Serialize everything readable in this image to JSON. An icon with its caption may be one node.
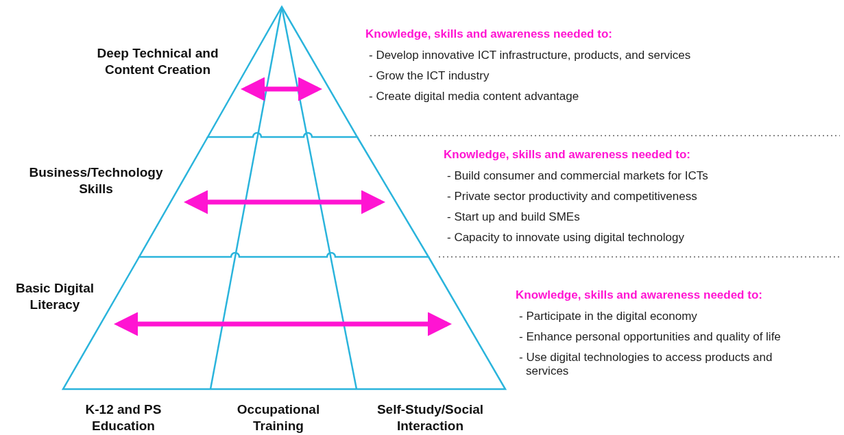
{
  "diagram": {
    "nodes": [
      {
        "text": [
          "Deep Technical and Content Creation"
        ],
        "beside": [
          "Knowledge, skills and awareness needed to:",
          "- Develop innovative ICT infrastructure, products, and services",
          "- Grow the ICT industry",
          "- Create digital media content advantage"
        ]
      },
      {
        "text": [
          "Business/Technology Skills"
        ],
        "beside": [
          "Knowledge, skills and awareness needed to:",
          "- Build consumer and commercial markets for ICTs",
          "- Private sector productivity and competitiveness",
          "- Start up and build SMEs",
          "- Capacity to innovate using digital technology"
        ]
      },
      {
        "text": [
          "Basic Digital Literacy"
        ],
        "beside": [
          "Knowledge, skills and awareness needed to:",
          "- Participate in the digital economy",
          "- Enhance personal opportunities and quality of life",
          "- Use digital technologies to access products and services"
        ]
      }
    ],
    "labels": [
      "K-12 and PS Education",
      "Occupational Training",
      "Self-Study/Social Interaction"
    ]
  }
}
